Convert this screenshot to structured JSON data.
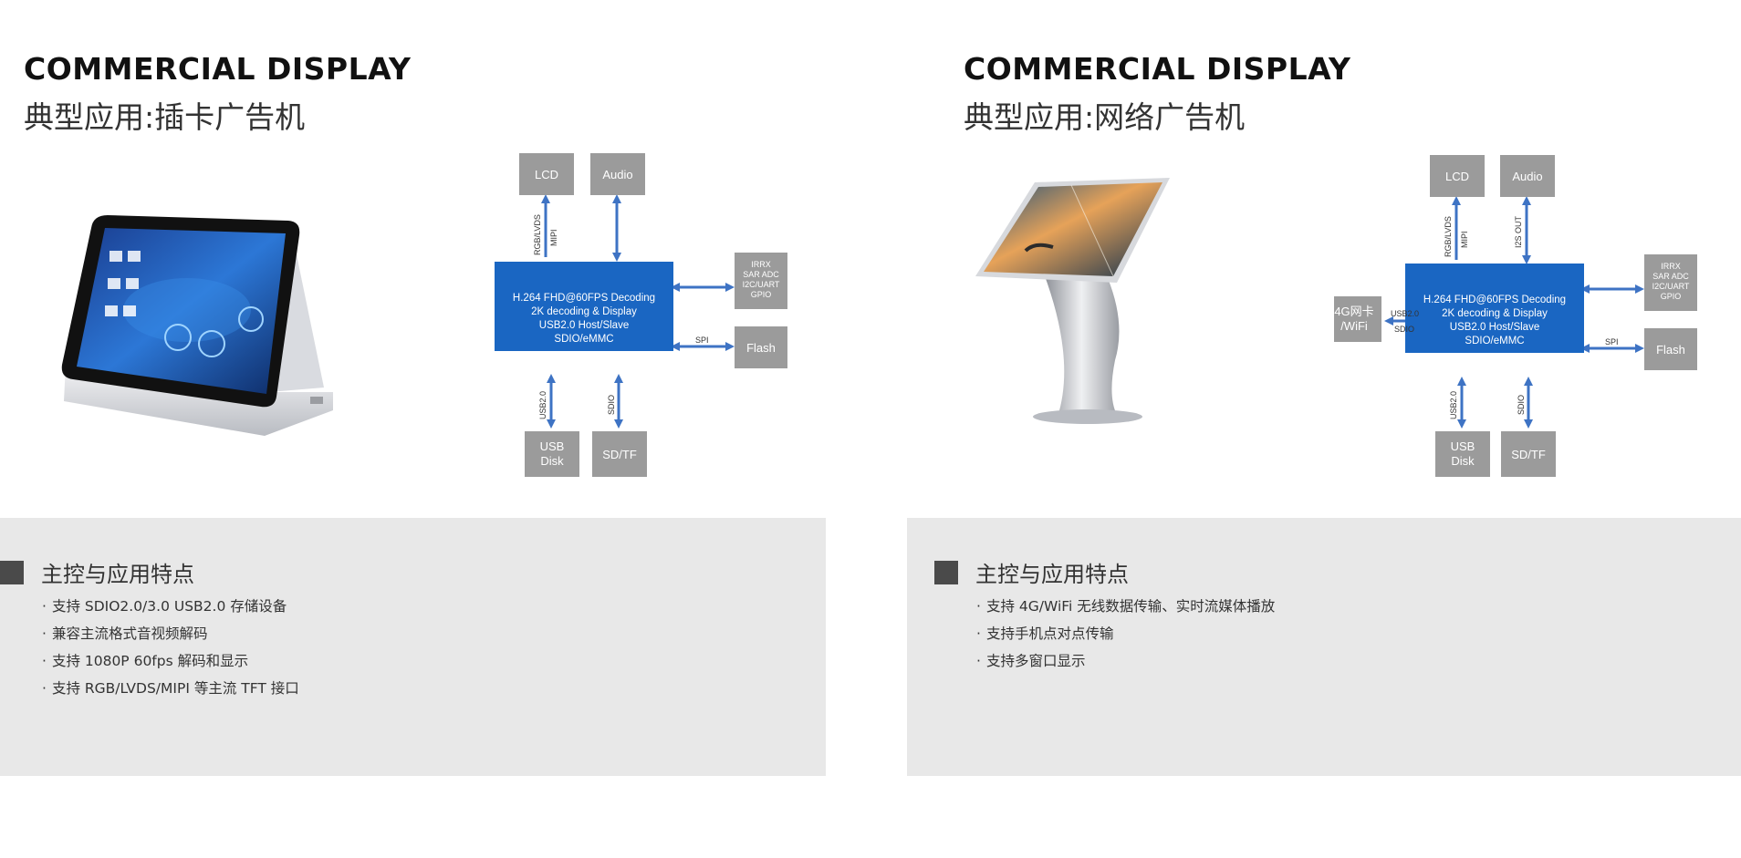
{
  "colors": {
    "module_grey": "#9b9b9b",
    "soc_blue": "#1a66c2",
    "arrow_blue": "#3e73c4",
    "feature_bg": "#e8e8e8"
  },
  "left": {
    "heading": "COMMERCIAL DISPLAY",
    "subheading": "典型应用:插卡广告机",
    "product_image": "tablet-advertising-player",
    "diagram": {
      "soc_lines": [
        "H.264 FHD@60FPS Decoding",
        "2K decoding & Display",
        "USB2.0 Host/Slave",
        "SDIO/eMMC"
      ],
      "lcd": "LCD",
      "audio": "Audio",
      "lcd_bus": [
        "RGB/LVDS",
        "MIPI"
      ],
      "io_lines": [
        "IRRX",
        "SAR ADC",
        "I2C/UART",
        "GPIO"
      ],
      "flash": "Flash",
      "spi": "SPI",
      "usb_lines": [
        "USB",
        "Disk"
      ],
      "usb_bus": "USB2.0",
      "sd": "SD/TF",
      "sd_bus": "SDIO"
    },
    "features_title": "主控与应用特点",
    "features": [
      "支持 SDIO2.0/3.0 USB2.0 存储设备",
      "兼容主流格式音视频解码",
      "支持 1080P 60fps 解码和显示",
      "支持 RGB/LVDS/MIPI 等主流 TFT 接口"
    ]
  },
  "right": {
    "heading": "COMMERCIAL DISPLAY",
    "subheading": "典型应用:网络广告机",
    "product_image": "kiosk-advertising-stand",
    "diagram": {
      "soc_lines": [
        "H.264 FHD@60FPS Decoding",
        "2K decoding & Display",
        "USB2.0 Host/Slave",
        "SDIO/eMMC"
      ],
      "lcd": "LCD",
      "audio": "Audio",
      "lcd_bus": [
        "RGB/LVDS",
        "MIPI"
      ],
      "audio_bus": "I2S OUT",
      "io_lines": [
        "IRRX",
        "SAR ADC",
        "I2C/UART",
        "GPIO"
      ],
      "wifi_lines": [
        "4G网卡",
        "/WiFi"
      ],
      "wifi_bus": [
        "USB2.0",
        "SDIO"
      ],
      "flash": "Flash",
      "spi": "SPI",
      "usb_lines": [
        "USB",
        "Disk"
      ],
      "usb_bus": "USB2.0",
      "sd": "SD/TF",
      "sd_bus": "SDIO"
    },
    "features_title": "主控与应用特点",
    "features": [
      "支持 4G/WiFi 无线数据传输、实时流媒体播放",
      "支持手机点对点传输",
      "支持多窗口显示"
    ]
  }
}
